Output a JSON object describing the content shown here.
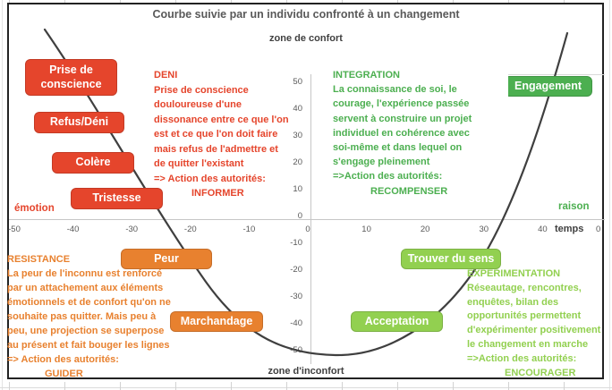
{
  "title": "Courbe suivie par un individu confronté à un changement",
  "comfort_zone_label": "zone de confort",
  "discomfort_zone_label": "zone d'inconfort",
  "colors": {
    "red": "#E5452C",
    "orange": "#E8812F",
    "light_green": "#92D050",
    "green": "#4CAF50",
    "title_gray": "#595959",
    "curve": "#3F3F3F"
  },
  "axes": {
    "emotion_label": "émotion",
    "raison_label": "raison",
    "time_label": "temps",
    "right_end_tick": "0",
    "x_ticks": [
      "-50",
      "-40",
      "-30",
      "-20",
      "-10",
      "0",
      "10",
      "20",
      "30",
      "40"
    ],
    "y_ticks": [
      "50",
      "40",
      "30",
      "20",
      "10",
      "0",
      "-10",
      "-20",
      "-30",
      "-40",
      "-50"
    ]
  },
  "stages": [
    {
      "id": "prise-de-conscience",
      "label": "Prise de\nconscience",
      "color": "red"
    },
    {
      "id": "refus-deni",
      "label": "Refus/Déni",
      "color": "red"
    },
    {
      "id": "colere",
      "label": "Colère",
      "color": "red"
    },
    {
      "id": "tristesse",
      "label": "Tristesse",
      "color": "red"
    },
    {
      "id": "peur",
      "label": "Peur",
      "color": "orange"
    },
    {
      "id": "marchandage",
      "label": "Marchandage",
      "color": "orange"
    },
    {
      "id": "acceptation",
      "label": "Acceptation",
      "color": "light_green"
    },
    {
      "id": "trouver-du-sens",
      "label": "Trouver du sens",
      "color": "light_green"
    },
    {
      "id": "engagement",
      "label": "Engagement",
      "color": "green"
    }
  ],
  "annotations": {
    "deni": {
      "heading": "DENI",
      "color": "red",
      "lines": [
        "Prise de conscience",
        "douloureuse d'une",
        "dissonance entre ce que l'on",
        "est et ce que l'on doit faire",
        "mais refus de l'admettre et",
        "de quitter l'existant"
      ],
      "action_label": "=> Action des autorités:",
      "action": "INFORMER"
    },
    "integration": {
      "heading": "INTEGRATION",
      "color": "green",
      "lines": [
        "La connaissance de soi, le",
        "courage, l'expérience passée",
        "servent à construire un projet",
        "individuel en cohérence avec",
        "soi-même et dans lequel on",
        "s'engage pleinement"
      ],
      "action_label": "=>Action des autorités:",
      "action": "RECOMPENSER"
    },
    "resistance": {
      "heading": "RESISTANCE",
      "color": "orange",
      "lines": [
        "La peur de l'inconnu est renforcé",
        "par un attachement aux éléments",
        "émotionnels et de confort qu'on ne",
        "souhaite pas quitter. Mais peu à",
        "peu, une projection se superpose",
        "au présent et fait bouger les lignes"
      ],
      "action_label": "=> Action des autorités:",
      "action": "GUIDER"
    },
    "experimentation": {
      "heading": "EXPERIMENTATION",
      "color": "light_green",
      "lines": [
        "Réseautage, rencontres,",
        "enquêtes, bilan des",
        "opportunités permettent",
        "d'expérimenter positivement",
        "le changement en marche"
      ],
      "action_label": "=>Action des autorités:",
      "action": "ENCOURAGER"
    }
  },
  "chart_data": {
    "type": "line",
    "title": "Courbe suivie par un individu confronté à un changement",
    "xlabel": "temps",
    "ylabel_left": "émotion",
    "ylabel_right": "raison",
    "xlim": [
      -50,
      50
    ],
    "ylim": [
      -50,
      50
    ],
    "grid": false,
    "x": [
      -45,
      -40,
      -35,
      -30,
      -25,
      -20,
      -15,
      -10,
      -5,
      0,
      5,
      10,
      15,
      20,
      25,
      30,
      35,
      40,
      44
    ],
    "y": [
      70,
      46,
      30,
      16,
      -5,
      -20,
      -33,
      -44,
      -49,
      -51,
      -51,
      -49,
      -45,
      -38,
      -26,
      -10,
      10,
      44,
      68
    ],
    "annotations": [
      {
        "label": "Prise de conscience",
        "x": -40,
        "y": 52
      },
      {
        "label": "Refus/Déni",
        "x": -39,
        "y": 35
      },
      {
        "label": "Colère",
        "x": -37,
        "y": 20
      },
      {
        "label": "Tristesse",
        "x": -33,
        "y": 7
      },
      {
        "label": "Peur",
        "x": -24,
        "y": -16
      },
      {
        "label": "Marchandage",
        "x": -16,
        "y": -39
      },
      {
        "label": "Acceptation",
        "x": 15,
        "y": -39
      },
      {
        "label": "Trouver du sens",
        "x": 24,
        "y": -16
      },
      {
        "label": "Engagement",
        "x": 41,
        "y": 48
      }
    ]
  }
}
